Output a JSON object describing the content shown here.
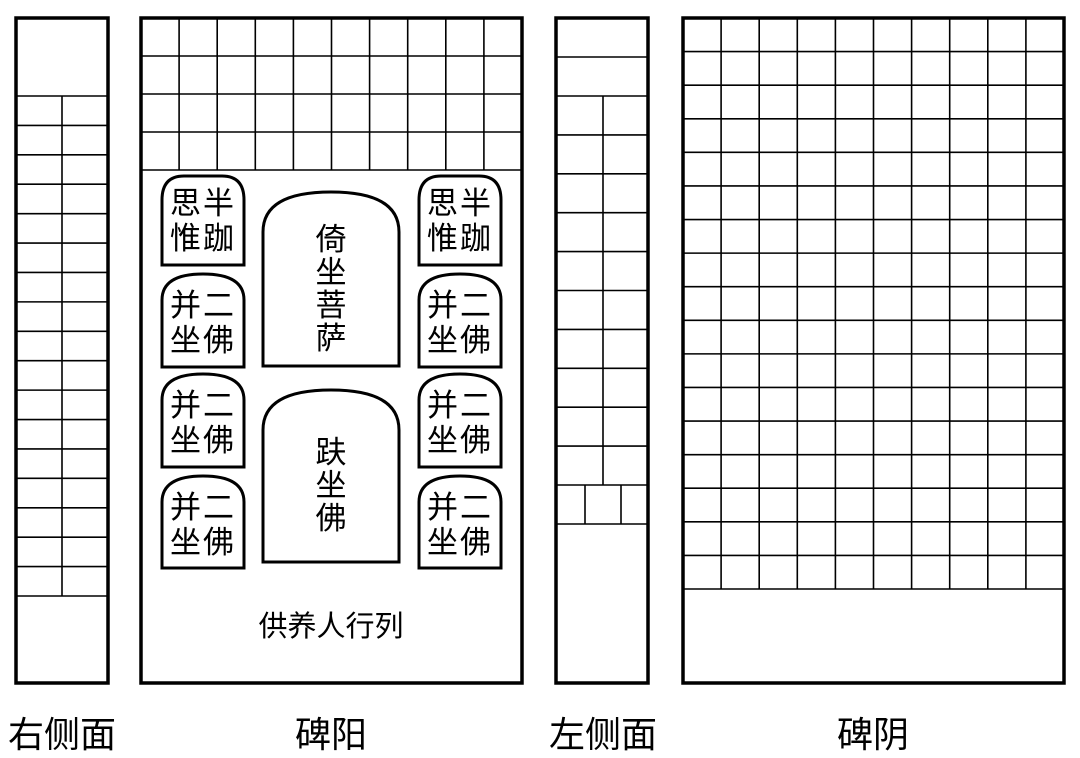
{
  "panels": {
    "right_side": {
      "label": "右侧面"
    },
    "front": {
      "label": "碑阳",
      "caption": "供养人行列",
      "niches": {
        "left_top": {
          "line1": "思半",
          "line2": "惟跏"
        },
        "left_2": {
          "line1": "并二",
          "line2": "坐佛"
        },
        "left_3": {
          "line1": "并二",
          "line2": "坐佛"
        },
        "left_4": {
          "line1": "并二",
          "line2": "坐佛"
        },
        "right_top": {
          "line1": "思半",
          "line2": "惟跏"
        },
        "right_2": {
          "line1": "并二",
          "line2": "坐佛"
        },
        "right_3": {
          "line1": "并二",
          "line2": "坐佛"
        },
        "right_4": {
          "line1": "并二",
          "line2": "坐佛"
        }
      },
      "center_upper": [
        "倚",
        "坐",
        "菩",
        "萨"
      ],
      "center_lower": [
        "趺",
        "坐",
        "佛"
      ]
    },
    "left_side": {
      "label": "左侧面"
    },
    "back": {
      "label": "碑阴"
    }
  }
}
